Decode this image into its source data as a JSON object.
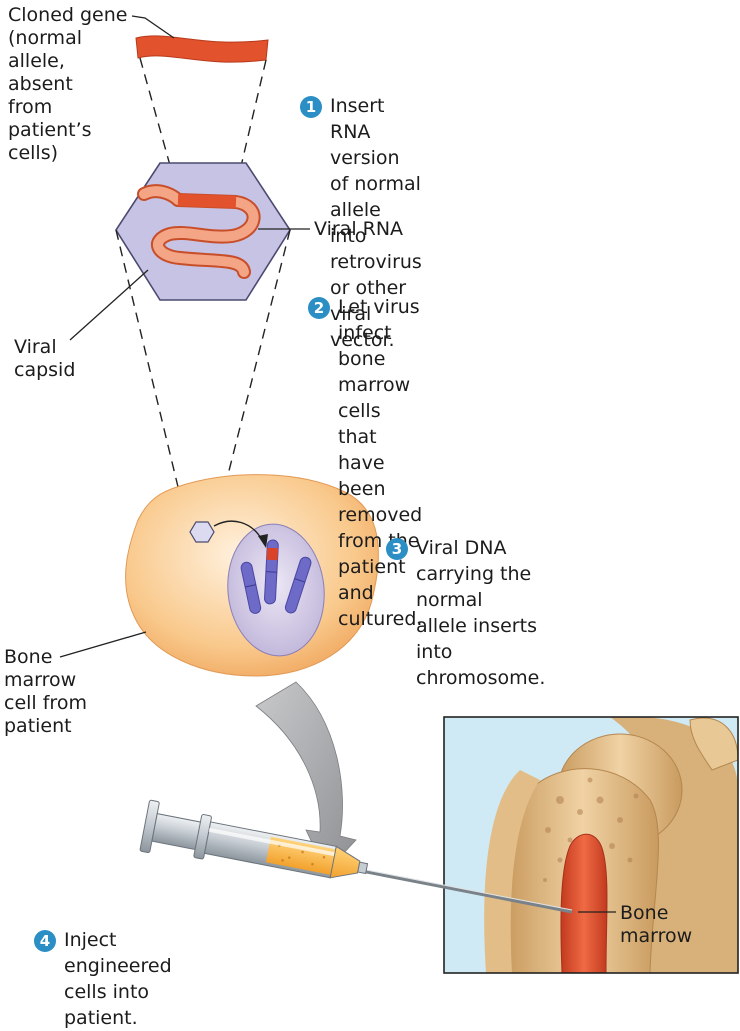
{
  "labels": {
    "cloned_gene": "Cloned gene\n(normal\nallele,\nabsent\nfrom\npatient’s\ncells)",
    "viral_rna": "Viral RNA",
    "viral_capsid": "Viral\ncapsid",
    "bone_marrow_cell": "Bone\nmarrow\ncell from\npatient",
    "bone_marrow": "Bone\nmarrow"
  },
  "steps": [
    {
      "number": "1",
      "text": "Insert RNA version of normal allele\ninto retrovirus or other viral vector."
    },
    {
      "number": "2",
      "text": "Let virus infect bone marrow cells\nthat have been removed from the\npatient and cultured."
    },
    {
      "number": "3",
      "text": "Viral DNA carrying the normal\nallele inserts into chromosome."
    },
    {
      "number": "4",
      "text": "Inject engineered\ncells into patient."
    }
  ],
  "colors": {
    "gene": "#e2522c",
    "capsid": "#c7c3e4",
    "cell": "#f9c98c",
    "nucleus": "#cdc4e0",
    "chromosome": "#6e6ac8",
    "step_badge": "#2b8fc6",
    "bone": "#e6c08e",
    "marrow": "#e24e2e",
    "sky": "#cfe9f5"
  }
}
